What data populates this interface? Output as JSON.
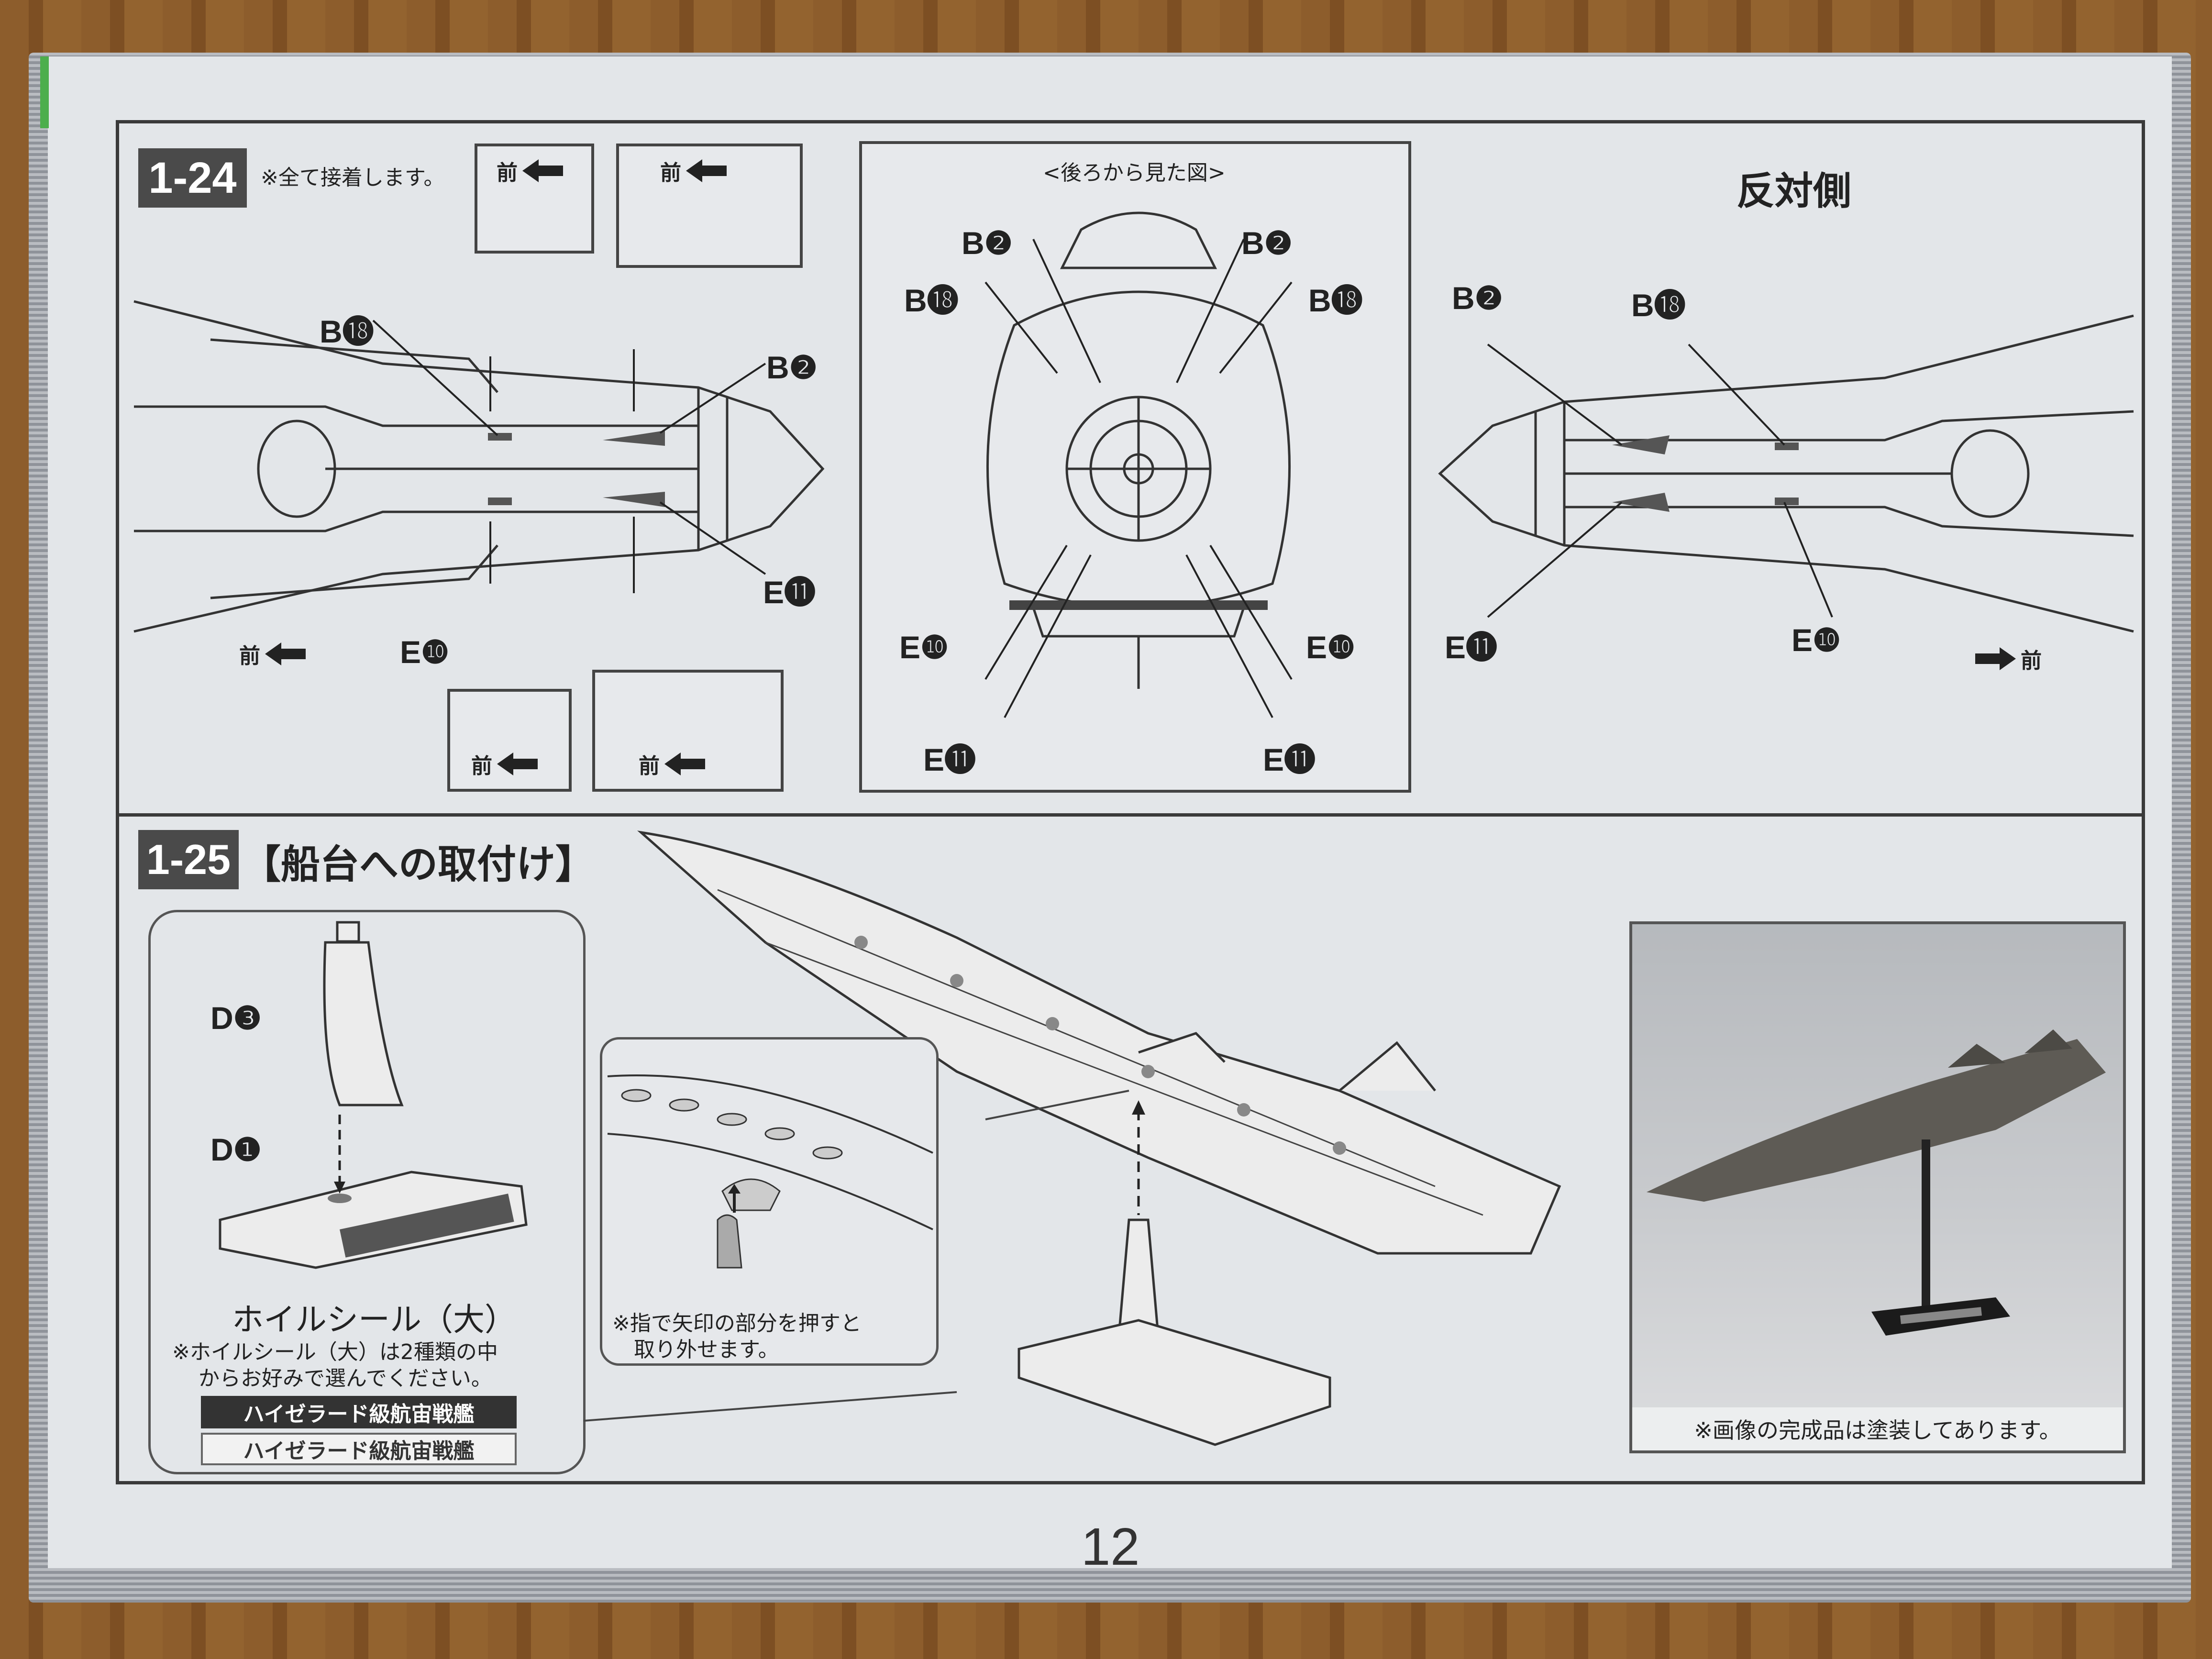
{
  "step_1_24": {
    "badge": "1-24",
    "note": "※全て接着します。",
    "front_label": "前",
    "rear_view_title": "<後ろから見た図>",
    "opposite_side_title": "反対側",
    "parts": {
      "b2": "B❷",
      "b18": "B⓲",
      "e10": "E❿",
      "e11": "E⓫"
    }
  },
  "step_1_25": {
    "badge": "1-25",
    "title": "【船台への取付け】",
    "parts": {
      "d3": "D❸",
      "d1": "D❶"
    },
    "foil_sticker_label": "ホイルシール（大）",
    "foil_sticker_note_line1": "※ホイルシール（大）は2種類の中",
    "foil_sticker_note_line2": "からお好みで選んでください。",
    "sticker_option_dark": "ハイゼラード級航宙戦艦",
    "sticker_option_light": "ハイゼラード級航宙戦艦",
    "inset_note_line1": "※指で矢印の部分を押すと",
    "inset_note_line2": "取り外せます。",
    "photo_caption": "※画像の完成品は塗装してあります。"
  },
  "page_number": "12",
  "colors": {
    "ink": "#222222",
    "badge": "#4a4a4a",
    "paper": "#e3e6e9"
  }
}
